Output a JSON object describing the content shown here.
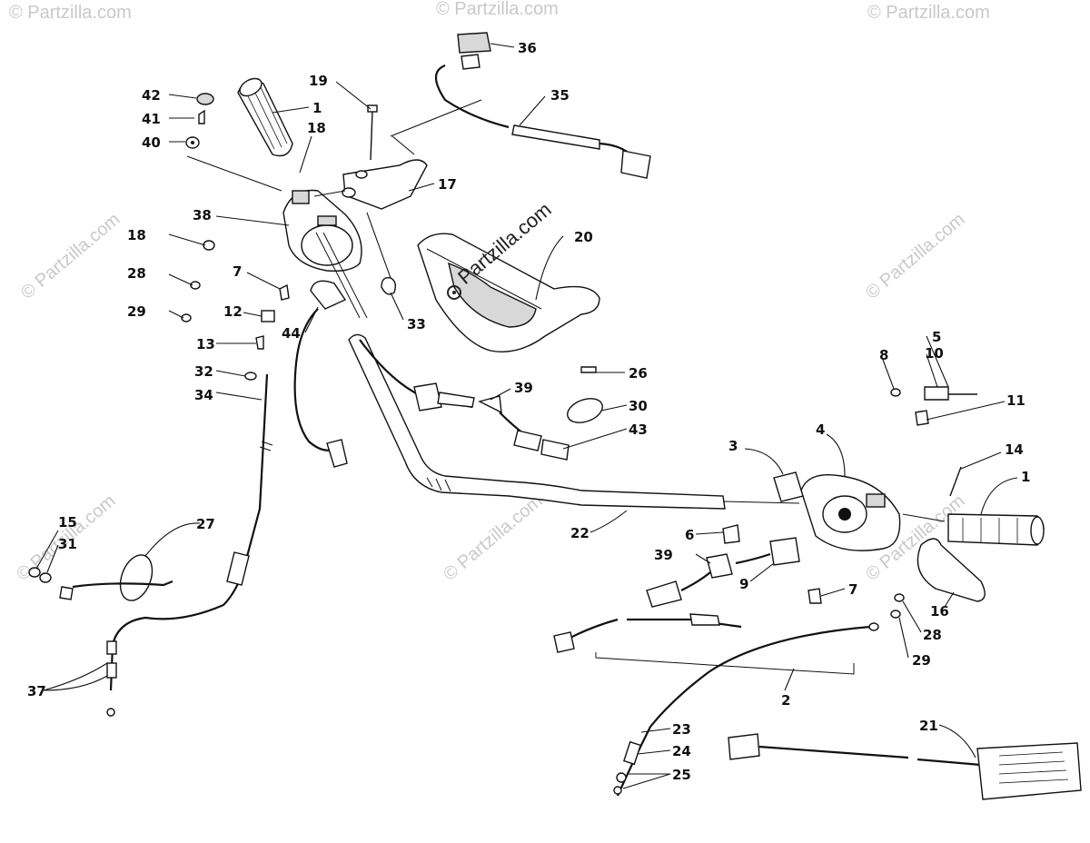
{
  "watermarks": {
    "main": "Partzilla.com",
    "corner": "© Partzilla.com"
  },
  "callouts": [
    {
      "id": "c42",
      "text": "42"
    },
    {
      "id": "c41",
      "text": "41"
    },
    {
      "id": "c40",
      "text": "40"
    },
    {
      "id": "c1a",
      "text": "1"
    },
    {
      "id": "c19",
      "text": "19"
    },
    {
      "id": "c18a",
      "text": "18"
    },
    {
      "id": "c36",
      "text": "36"
    },
    {
      "id": "c35",
      "text": "35"
    },
    {
      "id": "c17",
      "text": "17"
    },
    {
      "id": "c38",
      "text": "38"
    },
    {
      "id": "c18b",
      "text": "18"
    },
    {
      "id": "c28a",
      "text": "28"
    },
    {
      "id": "c29a",
      "text": "29"
    },
    {
      "id": "c7a",
      "text": "7"
    },
    {
      "id": "c12",
      "text": "12"
    },
    {
      "id": "c13",
      "text": "13"
    },
    {
      "id": "c44",
      "text": "44"
    },
    {
      "id": "c33",
      "text": "33"
    },
    {
      "id": "c20",
      "text": "20"
    },
    {
      "id": "c26",
      "text": "26"
    },
    {
      "id": "c39a",
      "text": "39"
    },
    {
      "id": "c30",
      "text": "30"
    },
    {
      "id": "c43",
      "text": "43"
    },
    {
      "id": "c32",
      "text": "32"
    },
    {
      "id": "c34",
      "text": "34"
    },
    {
      "id": "c15",
      "text": "15"
    },
    {
      "id": "c31",
      "text": "31"
    },
    {
      "id": "c27",
      "text": "27"
    },
    {
      "id": "c37",
      "text": "37"
    },
    {
      "id": "c22",
      "text": "22"
    },
    {
      "id": "c5",
      "text": "5"
    },
    {
      "id": "c10",
      "text": "10"
    },
    {
      "id": "c8",
      "text": "8"
    },
    {
      "id": "c11",
      "text": "11"
    },
    {
      "id": "c3",
      "text": "3"
    },
    {
      "id": "c4",
      "text": "4"
    },
    {
      "id": "c14",
      "text": "14"
    },
    {
      "id": "c1b",
      "text": "1"
    },
    {
      "id": "c6",
      "text": "6"
    },
    {
      "id": "c39b",
      "text": "39"
    },
    {
      "id": "c9",
      "text": "9"
    },
    {
      "id": "c7b",
      "text": "7"
    },
    {
      "id": "c16",
      "text": "16"
    },
    {
      "id": "c28b",
      "text": "28"
    },
    {
      "id": "c29b",
      "text": "29"
    },
    {
      "id": "c2",
      "text": "2"
    },
    {
      "id": "c23",
      "text": "23"
    },
    {
      "id": "c24",
      "text": "24"
    },
    {
      "id": "c25",
      "text": "25"
    },
    {
      "id": "c21",
      "text": "21"
    }
  ]
}
